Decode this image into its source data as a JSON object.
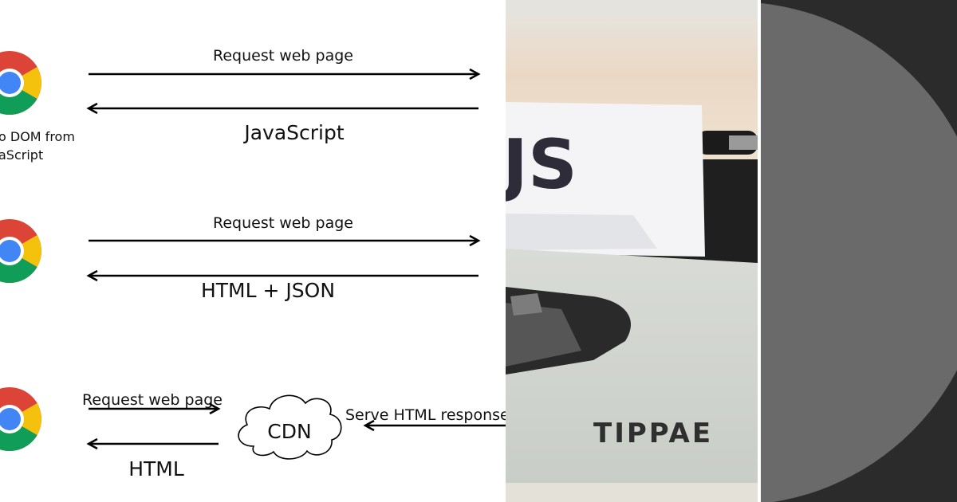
{
  "diagram": {
    "row1": {
      "request_label": "Request web page",
      "response_label": "JavaScript",
      "browser_caption_line1": "o DOM from",
      "browser_caption_line2": "aScript"
    },
    "row2": {
      "request_label": "Request web page",
      "response_label": "HTML + JSON"
    },
    "row3": {
      "request_label": "Request web page",
      "cdn_label": "CDN",
      "serve_label": "Serve HTML response",
      "response_label": "HTML"
    }
  },
  "photo": {
    "paper_text": "JS",
    "brand_text": "TIPPAE"
  },
  "colors": {
    "chrome_red": "#db4437",
    "chrome_yellow": "#f4c20d",
    "chrome_green": "#0f9d58",
    "chrome_blue": "#4285f4",
    "dark_panel": "#2b2b2b",
    "dark_circle": "#6a6a6a"
  }
}
